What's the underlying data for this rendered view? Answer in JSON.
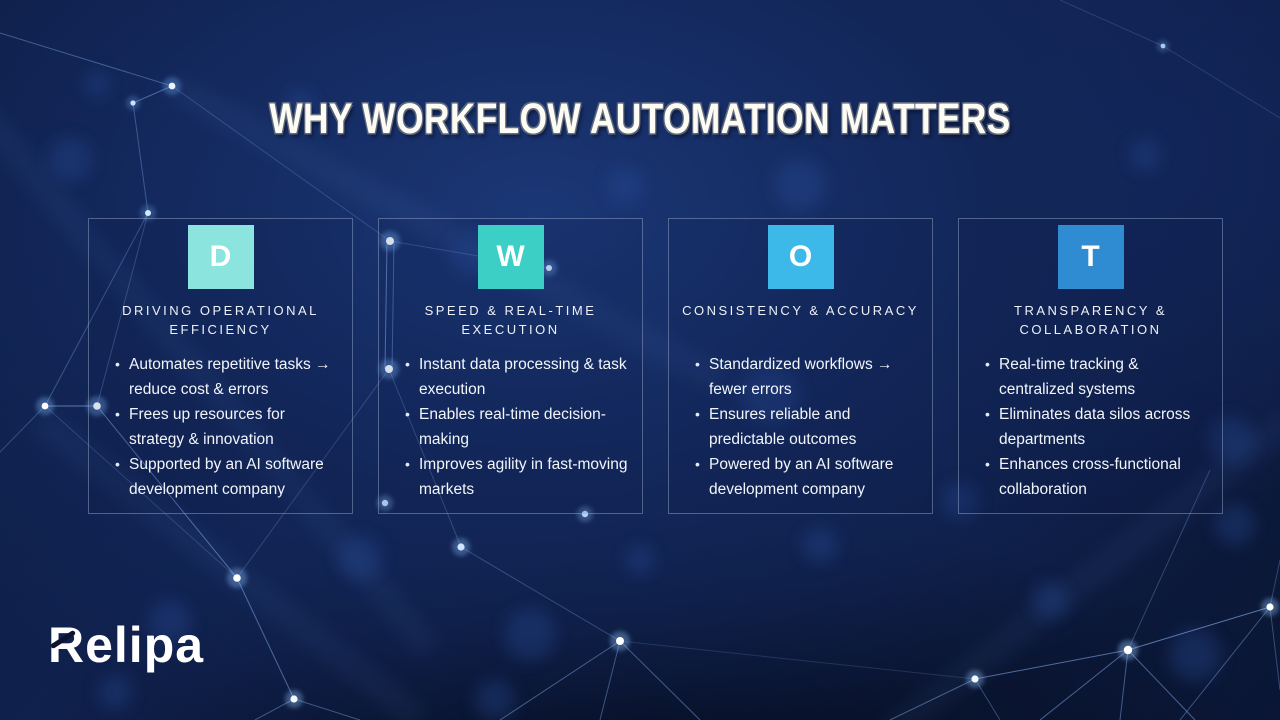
{
  "slide": {
    "title": "WHY WORKFLOW AUTOMATION MATTERS",
    "brand": "Relipa"
  },
  "colors": {
    "background_navy": "#102250",
    "card_border": "#aabcd8",
    "title_text": "#fdfcf4",
    "body_text": "#f2f5fa"
  },
  "cards": [
    {
      "letter": "D",
      "badge_color": "#8CE4DF",
      "heading": "DRIVING OPERATIONAL EFFICIENCY",
      "bullets": [
        "Automates repetitive tasks → reduce cost & errors",
        "Frees up resources for strategy & innovation",
        "Supported by an AI software development company"
      ]
    },
    {
      "letter": "W",
      "badge_color": "#3BCFC6",
      "heading": "SPEED & REAL-TIME EXECUTION",
      "bullets": [
        "Instant data processing & task execution",
        "Enables real-time decision-making",
        "Improves agility in fast-moving markets"
      ]
    },
    {
      "letter": "O",
      "badge_color": "#3CB9E8",
      "heading": "CONSISTENCY & ACCURACY",
      "bullets": [
        "Standardized workflows → fewer errors",
        "Ensures reliable and predictable outcomes",
        "Powered by an AI software development company"
      ]
    },
    {
      "letter": "T",
      "badge_color": "#2F8CD3",
      "heading": "TRANSPARENCY & COLLABORATION",
      "bullets": [
        "Real-time tracking & centralized systems",
        "Eliminates data silos across departments",
        "Enhances cross-functional collaboration"
      ]
    }
  ]
}
